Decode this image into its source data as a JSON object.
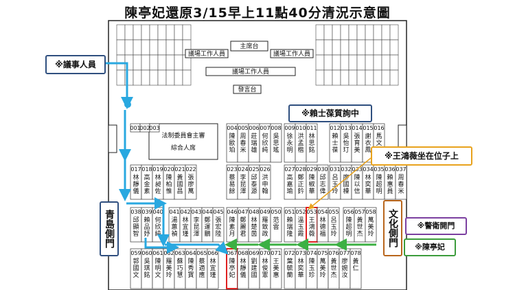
{
  "title": "陳亭妃還原3/15早上11點40分清況示意圖",
  "callouts": {
    "staff": "※議事人員",
    "lai": "※賴士葆質詢中",
    "wang": "※王鴻薇坐在位子上",
    "guard": "※警衛開門",
    "chen": "※陳亭妃",
    "left_door": "青島側門",
    "right_door": "文化側門"
  },
  "stage": {
    "chair": "主席台",
    "speaker_podium": "發言台",
    "staff_left": "議場工作人員",
    "staff_right": "議場工作人員",
    "staff_center": "議場工作人員",
    "legal_committee": "法制委員會主審",
    "committee_seat": "綜合人席"
  },
  "seats": [
    {
      "num": "001",
      "name": ""
    },
    {
      "num": "002",
      "name": ""
    },
    {
      "num": "003",
      "name": ""
    },
    {
      "num": "004",
      "name": "陳歐珀"
    },
    {
      "num": "005",
      "name": "周春米"
    },
    {
      "num": "006",
      "name": "莊瑞雄"
    },
    {
      "num": "007",
      "name": "何欣純"
    },
    {
      "num": "008",
      "name": "吳思瑤"
    },
    {
      "num": "009",
      "name": "徐永明"
    },
    {
      "num": "010",
      "name": "洪孟楷"
    },
    {
      "num": "011",
      "name": "林思銘"
    },
    {
      "num": "012",
      "name": "賴士葆"
    },
    {
      "num": "013",
      "name": "吳怡玎"
    },
    {
      "num": "014",
      "name": "張育美"
    },
    {
      "num": "015",
      "name": "謝衣鳳"
    },
    {
      "num": "016",
      "name": "馬文君"
    },
    {
      "num": "017",
      "name": "林靜儀"
    },
    {
      "num": "018",
      "name": "高金素梅"
    },
    {
      "num": "019",
      "name": "林昶佐"
    },
    {
      "num": "020",
      "name": "陳柏惟"
    },
    {
      "num": "021",
      "name": "黃國昌"
    },
    {
      "num": "022",
      "name": "張廖萬堅"
    },
    {
      "num": "023",
      "name": "蔡易餘"
    },
    {
      "num": "024",
      "name": "李昆澤"
    },
    {
      "num": "025",
      "name": "邱泰源"
    },
    {
      "num": "026",
      "name": "洪申翰"
    },
    {
      "num": "027",
      "name": "高嘉瑜"
    },
    {
      "num": "028",
      "name": "鄭正鈐"
    },
    {
      "num": "029",
      "name": "陳椒華"
    },
    {
      "num": "030",
      "name": "邱志偉"
    },
    {
      "num": "031",
      "name": "呂玉玲"
    },
    {
      "num": "032",
      "name": "廖國棟"
    },
    {
      "num": "033",
      "name": "陳以信"
    },
    {
      "num": "034",
      "name": "林奕華"
    },
    {
      "num": "035",
      "name": "陳超明"
    },
    {
      "num": "036",
      "name": "賴惠員"
    },
    {
      "num": "037",
      "name": "周春米"
    },
    {
      "num": "038",
      "name": "邱顯智"
    },
    {
      "num": "039",
      "name": "賴品妤"
    },
    {
      "num": "040",
      "name": "何欣純"
    },
    {
      "num": "041",
      "name": "湯蕙禎"
    },
    {
      "num": "042",
      "name": "林宜瑾"
    },
    {
      "num": "043",
      "name": "李昆澤"
    },
    {
      "num": "044",
      "name": "鄭運鵬"
    },
    {
      "num": "045",
      "name": "張宏陸"
    },
    {
      "num": "046",
      "name": "陳素月"
    },
    {
      "num": "047",
      "name": "鄭麗君"
    },
    {
      "num": "048",
      "name": "林楚茵"
    },
    {
      "num": "049",
      "name": "羅致政"
    },
    {
      "num": "050",
      "name": "范雲"
    },
    {
      "num": "051",
      "name": "賴瑞隆"
    },
    {
      "num": "052",
      "name": "溫玉霞"
    },
    {
      "num": "053",
      "name": "王鴻薇"
    },
    {
      "num": "054",
      "name": "林德福"
    },
    {
      "num": "055",
      "name": "呂玉玲"
    },
    {
      "num": "056",
      "name": "陳超明"
    },
    {
      "num": "057",
      "name": "黃世杰"
    },
    {
      "num": "058",
      "name": "萬美玲"
    },
    {
      "num": "059",
      "name": "郭國文"
    },
    {
      "num": "060",
      "name": "吳琪銘"
    },
    {
      "num": "061",
      "name": "陳明文"
    },
    {
      "num": "062",
      "name": "羅美玲"
    },
    {
      "num": "063",
      "name": "蘇巧慧"
    },
    {
      "num": "064",
      "name": "陳秀寳"
    },
    {
      "num": "065",
      "name": "蔡適應"
    },
    {
      "num": "066",
      "name": "林宜瑾"
    },
    {
      "num": "067",
      "name": "陳亭妃"
    },
    {
      "num": "068",
      "name": "林靜儀"
    },
    {
      "num": "069",
      "name": "劉建國"
    },
    {
      "num": "070",
      "name": "林俊憲"
    },
    {
      "num": "071",
      "name": "王美惠"
    },
    {
      "num": "072",
      "name": "葉毓蘭"
    },
    {
      "num": "073",
      "name": "林奕華"
    },
    {
      "num": "074",
      "name": "陳玉珍"
    },
    {
      "num": "075",
      "name": "萬美玲"
    },
    {
      "num": "076",
      "name": "黃世杰"
    },
    {
      "num": "077",
      "name": "廖婉汝"
    },
    {
      "num": "078",
      "name": "黃仁"
    }
  ],
  "colors": {
    "staff_path": "#29a8e0",
    "chen_path": "#3cb043",
    "highlight": "#e02020",
    "callout_blue": "#2f4f7f",
    "callout_orange": "#e8a21c",
    "callout_purple": "#7b3fa0",
    "callout_green": "#3c9c3c",
    "callout_brown": "#b8651b"
  }
}
